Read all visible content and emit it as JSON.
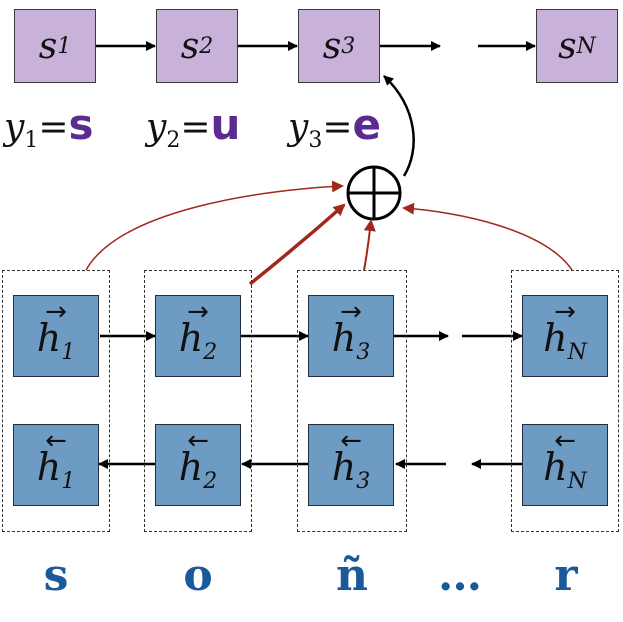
{
  "decoder_states": [
    {
      "base": "s",
      "sub": "1"
    },
    {
      "base": "s",
      "sub": "2"
    },
    {
      "base": "s",
      "sub": "3"
    },
    {
      "base": "s",
      "sub": "N"
    }
  ],
  "outputs": [
    {
      "var": "y",
      "sub": "1",
      "eq": "=",
      "char": "s"
    },
    {
      "var": "y",
      "sub": "2",
      "eq": "=",
      "char": "u"
    },
    {
      "var": "y",
      "sub": "3",
      "eq": "=",
      "char": "e"
    }
  ],
  "forward_states": [
    {
      "arrow": "→",
      "base": "h",
      "sub": "1"
    },
    {
      "arrow": "→",
      "base": "h",
      "sub": "2"
    },
    {
      "arrow": "→",
      "base": "h",
      "sub": "3"
    },
    {
      "arrow": "→",
      "base": "h",
      "sub": "N"
    }
  ],
  "backward_states": [
    {
      "arrow": "←",
      "base": "h",
      "sub": "1"
    },
    {
      "arrow": "←",
      "base": "h",
      "sub": "2"
    },
    {
      "arrow": "←",
      "base": "h",
      "sub": "3"
    },
    {
      "arrow": "←",
      "base": "h",
      "sub": "N"
    }
  ],
  "inputs": [
    "s",
    "o",
    "ñ",
    "…",
    "r"
  ],
  "sum_symbol": "⊕",
  "colors": {
    "decoder_fill": "#c8b2da",
    "encoder_fill": "#6e9bc3",
    "output_char": "#5c2b91",
    "input_char": "#1b5a9a",
    "attention_arrow": "#a0281c"
  }
}
